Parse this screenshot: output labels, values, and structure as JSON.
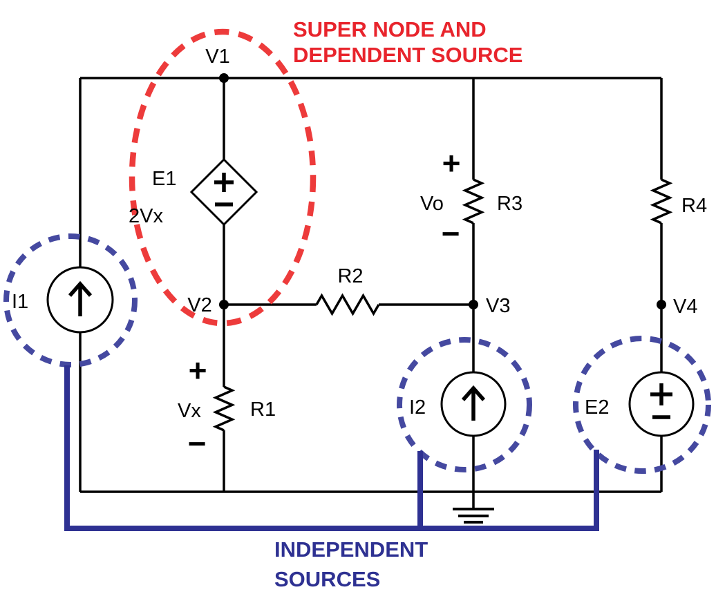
{
  "colors": {
    "wire_black": "#000000",
    "supernode_red": "#e8242c",
    "red_dashed_ellipse": "#ed3b3b",
    "independent_blue": "#2e3192",
    "blue_dashed_circle": "#4549a0",
    "background": "#ffffff"
  },
  "annotations": {
    "supernode": {
      "line1": "SUPER NODE AND",
      "line2": "DEPENDENT SOURCE"
    },
    "independent": {
      "line1": "INDEPENDENT",
      "line2": "SOURCES"
    }
  },
  "nodes": {
    "v1": {
      "label": "V1"
    },
    "v2": {
      "label": "V2"
    },
    "v3": {
      "label": "V3"
    },
    "v4": {
      "label": "V4"
    }
  },
  "sources": {
    "i1": {
      "label": "I1",
      "kind": "independent-current-source",
      "arrow": "up"
    },
    "i2": {
      "label": "I2",
      "kind": "independent-current-source",
      "arrow": "up"
    },
    "e1": {
      "label": "E1",
      "value": "2Vx",
      "kind": "dependent-voltage-source-diamond",
      "polarity": "plus-top-minus-bottom"
    },
    "e2": {
      "label": "E2",
      "kind": "independent-voltage-source",
      "polarity": "plus-top-minus-bottom"
    }
  },
  "resistors": {
    "r1": {
      "label": "R1"
    },
    "r2": {
      "label": "R2"
    },
    "r3": {
      "label": "R3"
    },
    "r4": {
      "label": "R4"
    }
  },
  "voltages": {
    "vx": {
      "label": "Vx",
      "plus": "+",
      "minus": "−"
    },
    "vo": {
      "label": "Vo",
      "plus": "+",
      "minus": "−"
    }
  },
  "ground": {
    "kind": "earth-ground"
  }
}
